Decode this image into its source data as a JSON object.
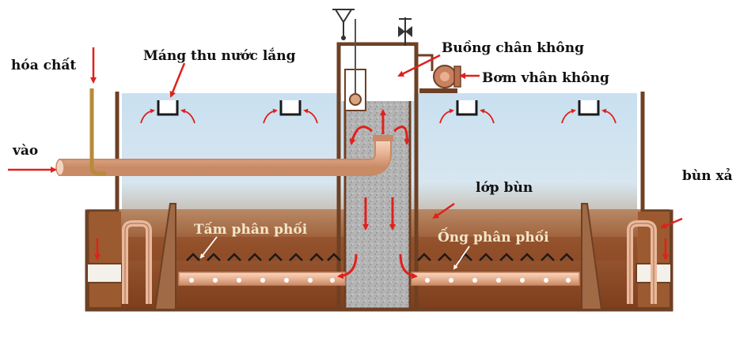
{
  "labels": {
    "chemicals": "hóa chất",
    "settled_water_trough": "Máng thu nước lắng",
    "vacuum_chamber": "Buồng chân không",
    "vacuum_pump": "Bơm vhân không",
    "inlet": "vào",
    "sludge_layer": "lớp bùn",
    "sludge_discharge": "bùn xả",
    "distribution_plate": "Tấm phân phối",
    "distribution_pipe": "Ống phân phối"
  },
  "colors": {
    "tank_wall": "#7a4a2a",
    "water": "#cfe2f0",
    "sludge": "#8e4a26",
    "pipe": "#e9b393",
    "flow_arrow": "#e0201c",
    "central_column": "#b9b9b9",
    "valve": "#333333"
  },
  "icons": [
    "float-valve-icon",
    "gate-valve-icon",
    "vacuum-pump-icon",
    "collection-trough-icon",
    "flow-arrow-icon"
  ]
}
